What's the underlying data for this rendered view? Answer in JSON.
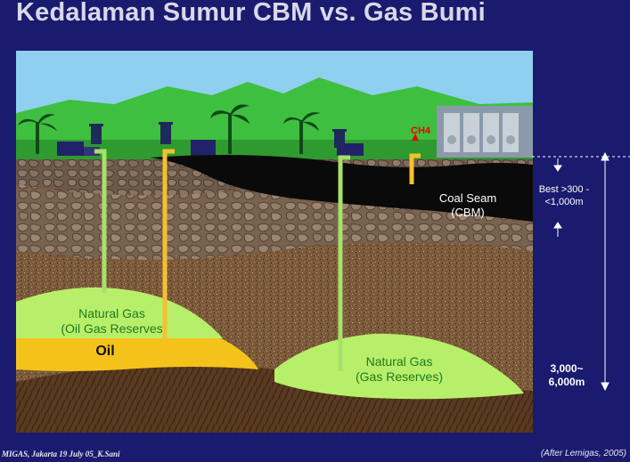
{
  "title": "Kedalaman Sumur CBM vs. Gas Bumi",
  "diagram": {
    "labels": {
      "natural_gas_oil": "Natural Gas\n(Oil Gas Reserves",
      "oil": "Oil",
      "natural_gas_gas": "Natural Gas\n(Gas Reserves)",
      "coal_seam": "Coal Seam\n(CBM)",
      "ch4": "CH4"
    },
    "colors": {
      "sky": "#8fd0f0",
      "hills": "#3fbf3f",
      "ground": "#2f9a2f",
      "coal": "#0a0a0a",
      "natural_gas": "#b8ef6a",
      "oil": "#f5c21b",
      "pipe": "#a7e06b",
      "pipe_orange": "#f5c030"
    }
  },
  "annotations": {
    "best_depth": "Best >300 -\n<1,000m",
    "conventional_depth": "3,000~\n6,000m"
  },
  "footer": {
    "left": "MIGAS, Jakarta 19 July  05_K.Sani",
    "right": "(After Lemigas, 2005)"
  }
}
